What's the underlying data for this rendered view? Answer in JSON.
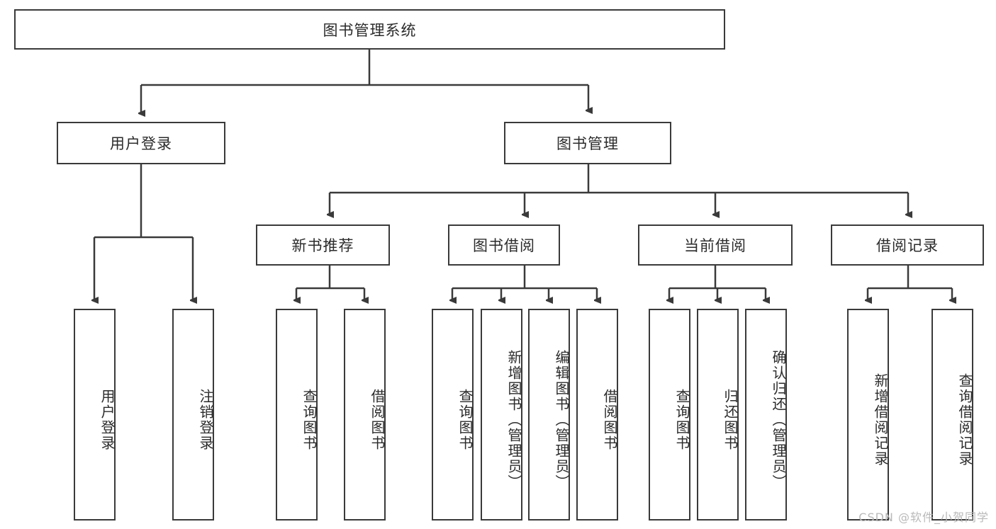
{
  "diagram": {
    "title": "图书管理系统",
    "type": "tree",
    "root": {
      "label": "图书管理系统"
    },
    "level1": [
      {
        "id": "user-login",
        "label": "用户登录"
      },
      {
        "id": "book-manage",
        "label": "图书管理"
      }
    ],
    "level2": [
      {
        "id": "new-book-recommend",
        "label": "新书推荐",
        "parent": "book-manage"
      },
      {
        "id": "book-borrow",
        "label": "图书借阅",
        "parent": "book-manage"
      },
      {
        "id": "current-borrow",
        "label": "当前借阅",
        "parent": "book-manage"
      },
      {
        "id": "borrow-record",
        "label": "借阅记录",
        "parent": "book-manage"
      }
    ],
    "leaves": [
      {
        "id": "leaf-user-login",
        "label": "用户登录",
        "parent": "user-login"
      },
      {
        "id": "leaf-user-logout",
        "label": "注销登录",
        "parent": "user-login"
      },
      {
        "id": "leaf-query-book-1",
        "label": "查询图书",
        "parent": "new-book-recommend"
      },
      {
        "id": "leaf-borrow-book-1",
        "label": "借阅图书",
        "parent": "new-book-recommend"
      },
      {
        "id": "leaf-query-book-2",
        "label": "查询图书",
        "parent": "book-borrow"
      },
      {
        "id": "leaf-add-book",
        "label": "新增图书（管理员）",
        "parent": "book-borrow"
      },
      {
        "id": "leaf-edit-book",
        "label": "编辑图书（管理员）",
        "parent": "book-borrow"
      },
      {
        "id": "leaf-borrow-book-2",
        "label": "借阅图书",
        "parent": "book-borrow"
      },
      {
        "id": "leaf-query-book-3",
        "label": "查询图书",
        "parent": "current-borrow"
      },
      {
        "id": "leaf-return-book",
        "label": "归还图书",
        "parent": "current-borrow"
      },
      {
        "id": "leaf-confirm-return",
        "label": "确认归还（管理员）",
        "parent": "current-borrow"
      },
      {
        "id": "leaf-add-record",
        "label": "新增借阅记录",
        "parent": "borrow-record"
      },
      {
        "id": "leaf-query-record",
        "label": "查询借阅记录",
        "parent": "borrow-record"
      }
    ],
    "watermark": "CSDN @软件_小贺同学",
    "colors": {
      "stroke": "#3a3a3a",
      "text": "#2b2b2b",
      "background": "#ffffff",
      "watermark": "#b9b9b9"
    }
  }
}
